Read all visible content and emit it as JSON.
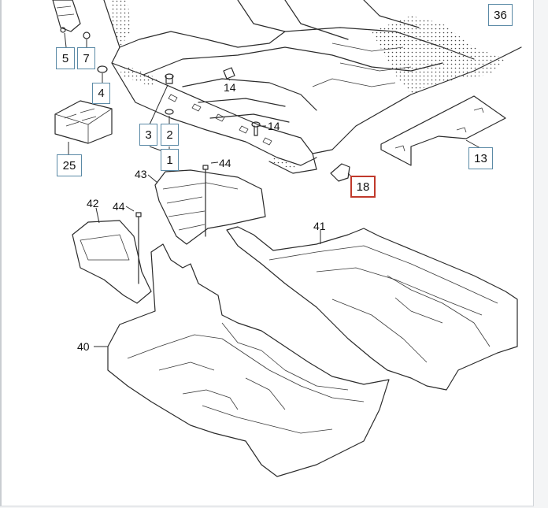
{
  "diagram": {
    "callouts": [
      {
        "id": "c5",
        "text": "5"
      },
      {
        "id": "c7",
        "text": "7"
      },
      {
        "id": "c4",
        "text": "4"
      },
      {
        "id": "c25",
        "text": "25"
      },
      {
        "id": "c3",
        "text": "3"
      },
      {
        "id": "c2",
        "text": "2"
      },
      {
        "id": "c1",
        "text": "1"
      },
      {
        "id": "c13",
        "text": "13"
      },
      {
        "id": "c18",
        "text": "18"
      },
      {
        "id": "c36",
        "text": "36"
      }
    ],
    "labels": [
      {
        "id": "l14a",
        "text": "14"
      },
      {
        "id": "l14b",
        "text": "14"
      },
      {
        "id": "l44a",
        "text": "44"
      },
      {
        "id": "l43",
        "text": "43"
      },
      {
        "id": "l42",
        "text": "42"
      },
      {
        "id": "l44b",
        "text": "44"
      },
      {
        "id": "l41",
        "text": "41"
      },
      {
        "id": "l40",
        "text": "40"
      }
    ],
    "selected_callout": "18",
    "colors": {
      "callout_border": "#5b8aa6",
      "selected_border": "#c0392b"
    }
  }
}
